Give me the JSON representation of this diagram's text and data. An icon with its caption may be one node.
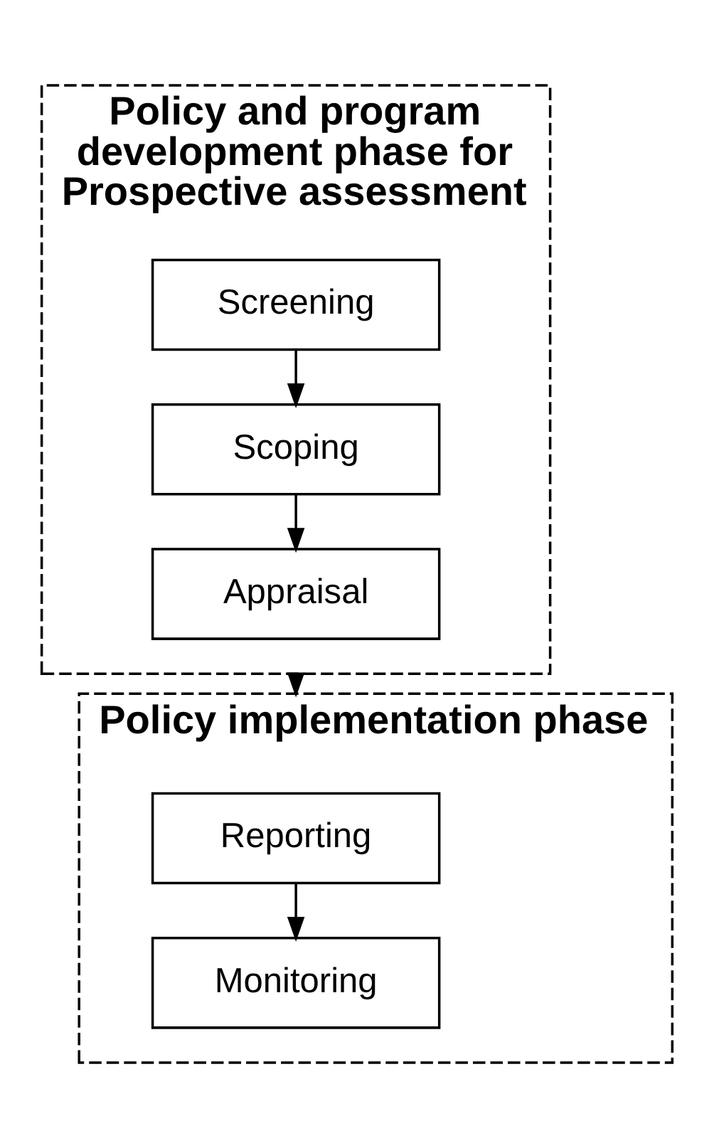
{
  "diagram": {
    "nodes": [
      {
        "text": [
          "Policy and program development phase for Prospective assessment"
        ]
      },
      {
        "text": [
          "Screening"
        ],
        "in": 0
      },
      {
        "text": [
          "Scoping"
        ],
        "in": 0
      },
      {
        "text": [
          "Appraisal"
        ],
        "in": 0
      },
      {
        "text": [
          "Policy implementation phase"
        ]
      },
      {
        "text": [
          "Reporting"
        ],
        "in": 4
      },
      {
        "text": [
          "Monitoring"
        ],
        "in": 4
      }
    ],
    "edges": [
      {
        "from": 1,
        "to": 2,
        "arrow": "to"
      },
      {
        "from": 2,
        "to": 3,
        "arrow": "to"
      },
      {
        "from": 0,
        "to": 4,
        "arrow": "to"
      },
      {
        "from": 5,
        "to": 6,
        "arrow": "to"
      }
    ]
  }
}
